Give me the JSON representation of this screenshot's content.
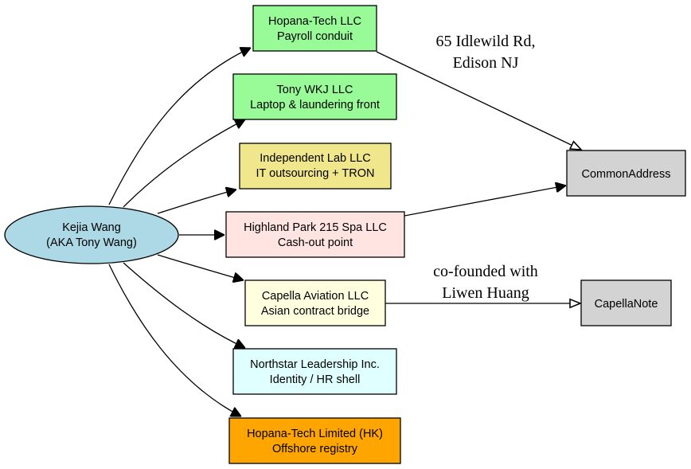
{
  "diagram": {
    "type": "directed-graph",
    "root": {
      "id": "kejia",
      "lines": [
        "Kejia Wang",
        "(AKA Tony Wang)"
      ],
      "shape": "ellipse",
      "fill": "#add8e6"
    },
    "nodes": [
      {
        "id": "hopana_llc",
        "lines": [
          "Hopana-Tech LLC",
          "Payroll conduit"
        ],
        "fill": "#98fb98"
      },
      {
        "id": "tony_wkj",
        "lines": [
          "Tony WKJ LLC",
          "Laptop & laundering front"
        ],
        "fill": "#98fb98"
      },
      {
        "id": "independent_lab",
        "lines": [
          "Independent Lab LLC",
          "IT outsourcing + TRON"
        ],
        "fill": "#f0e68c"
      },
      {
        "id": "highland_park",
        "lines": [
          "Highland Park 215 Spa LLC",
          "Cash-out point"
        ],
        "fill": "#ffe4e1"
      },
      {
        "id": "capella",
        "lines": [
          "Capella Aviation LLC",
          "Asian contract bridge"
        ],
        "fill": "#ffffe0"
      },
      {
        "id": "northstar",
        "lines": [
          "Northstar Leadership Inc.",
          "Identity / HR shell"
        ],
        "fill": "#e0ffff"
      },
      {
        "id": "hopana_hk",
        "lines": [
          "Hopana-Tech Limited (HK)",
          "Offshore registry"
        ],
        "fill": "#ffa500"
      },
      {
        "id": "common_address",
        "lines": [
          "CommonAddress"
        ],
        "fill": "#d3d3d3"
      },
      {
        "id": "capella_note",
        "lines": [
          "CapellaNote"
        ],
        "fill": "#d3d3d3"
      }
    ],
    "edges": [
      {
        "from": "kejia",
        "to": "hopana_llc",
        "arrow": "filled"
      },
      {
        "from": "kejia",
        "to": "tony_wkj",
        "arrow": "filled"
      },
      {
        "from": "kejia",
        "to": "independent_lab",
        "arrow": "filled"
      },
      {
        "from": "kejia",
        "to": "highland_park",
        "arrow": "filled"
      },
      {
        "from": "kejia",
        "to": "capella",
        "arrow": "filled"
      },
      {
        "from": "kejia",
        "to": "northstar",
        "arrow": "filled"
      },
      {
        "from": "kejia",
        "to": "hopana_hk",
        "arrow": "filled"
      },
      {
        "from": "hopana_llc",
        "to": "common_address",
        "arrow": "hollow",
        "label": [
          "65 Idlewild Rd,",
          "Edison NJ"
        ]
      },
      {
        "from": "highland_park",
        "to": "common_address",
        "arrow": "filled"
      },
      {
        "from": "capella",
        "to": "capella_note",
        "arrow": "hollow",
        "label": [
          "co-founded with",
          "Liwen Huang"
        ]
      }
    ]
  }
}
